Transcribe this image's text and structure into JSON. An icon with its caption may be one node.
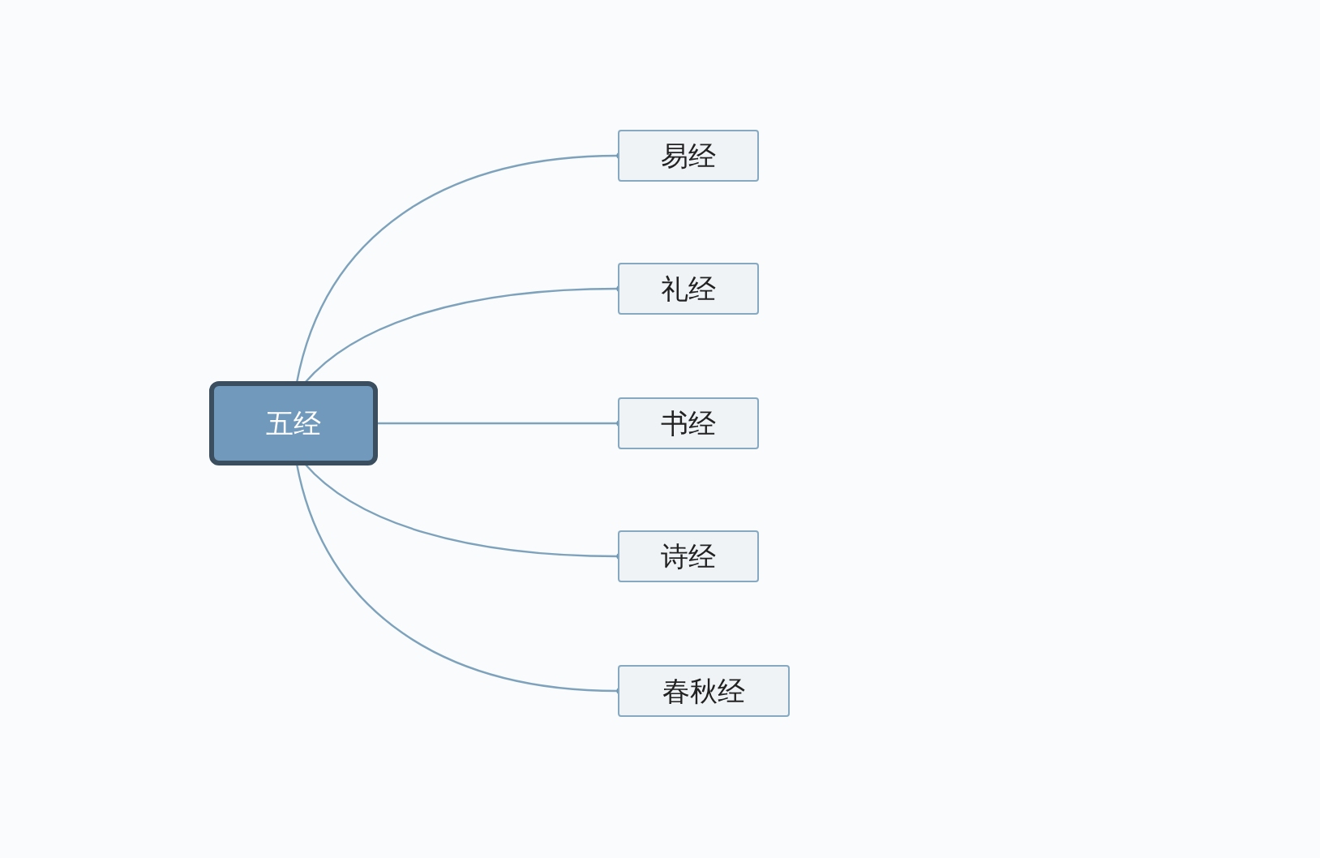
{
  "diagram": {
    "nodes": [
      {
        "text": [
          "五经"
        ]
      },
      {
        "text": [
          "易经"
        ]
      },
      {
        "text": [
          "礼经"
        ]
      },
      {
        "text": [
          "书经"
        ]
      },
      {
        "text": [
          "诗经"
        ]
      },
      {
        "text": [
          "春秋经"
        ]
      }
    ],
    "edges": [
      {
        "from": 0,
        "to": 1,
        "arrow": "other"
      },
      {
        "from": 0,
        "to": 2,
        "arrow": "other"
      },
      {
        "from": 0,
        "to": 3,
        "arrow": "other"
      },
      {
        "from": 0,
        "to": 4,
        "arrow": "other"
      },
      {
        "from": 0,
        "to": 5,
        "arrow": "other"
      }
    ]
  }
}
